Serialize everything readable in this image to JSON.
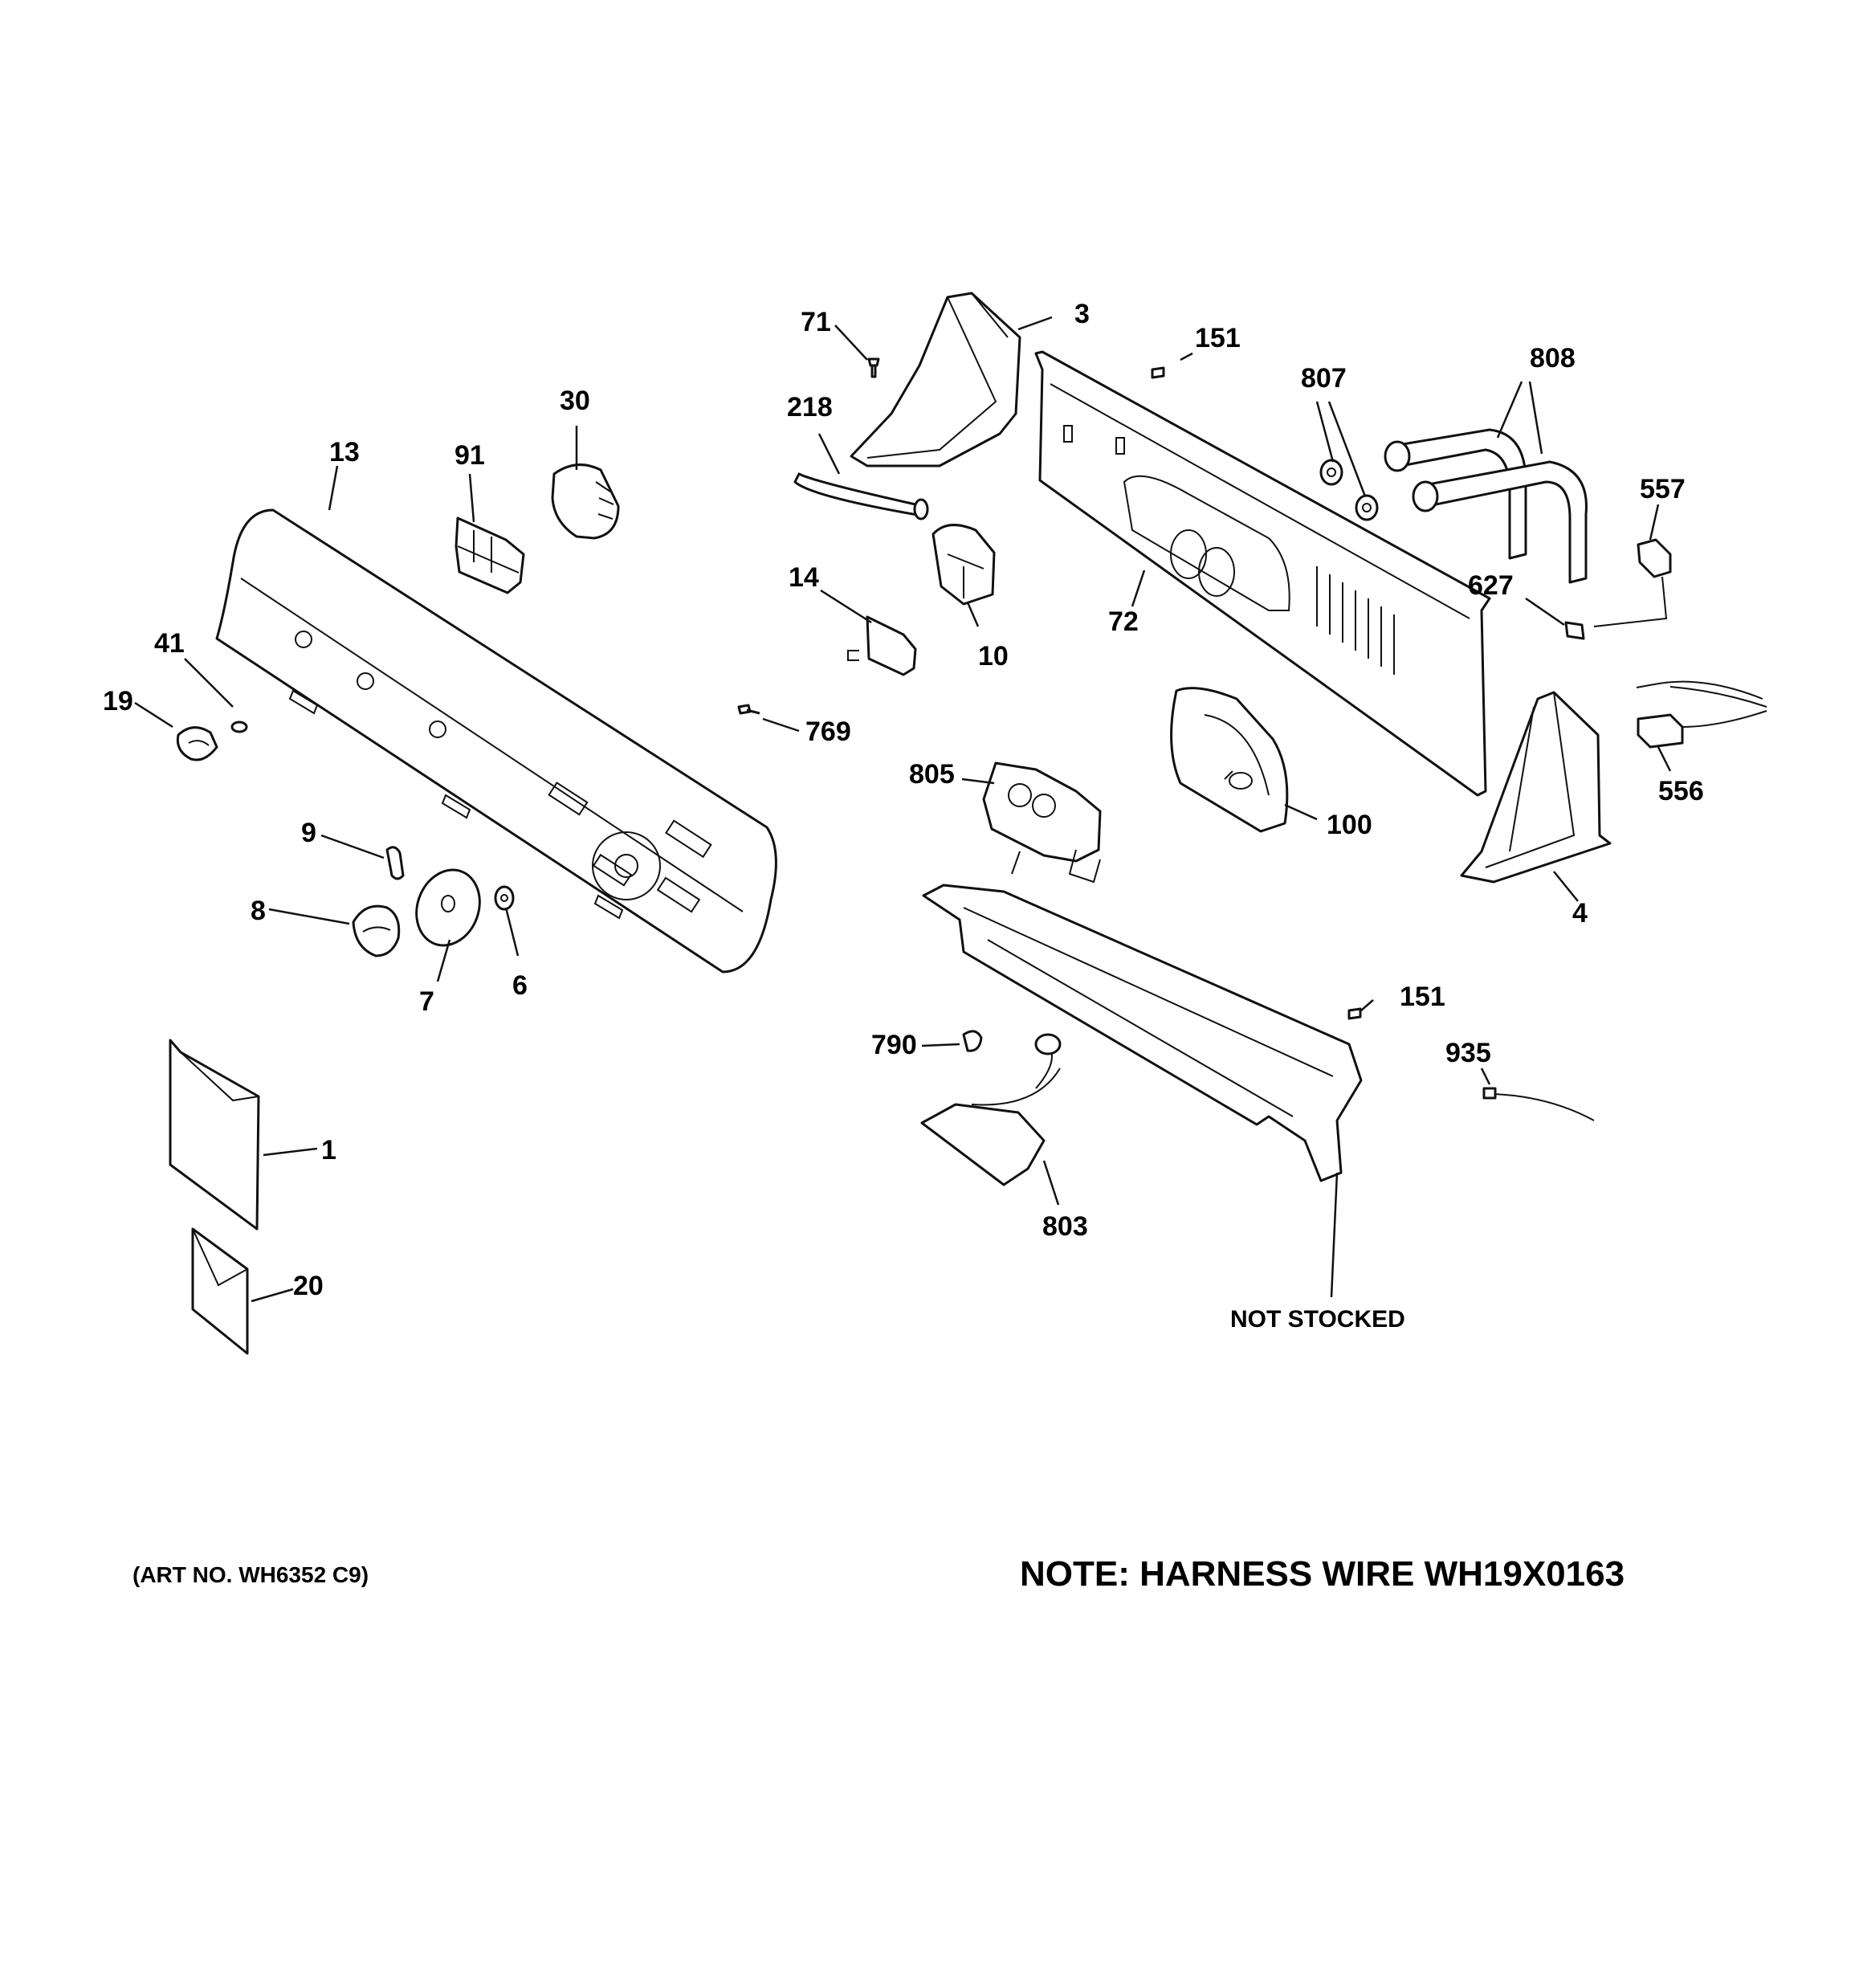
{
  "callouts": {
    "c1": "1",
    "c3": "3",
    "c4": "4",
    "c6": "6",
    "c7": "7",
    "c8": "8",
    "c9": "9",
    "c10": "10",
    "c13": "13",
    "c14": "14",
    "c19": "19",
    "c20": "20",
    "c30": "30",
    "c41": "41",
    "c71": "71",
    "c72": "72",
    "c91": "91",
    "c100": "100",
    "c151a": "151",
    "c151b": "151",
    "c218": "218",
    "c556": "556",
    "c557": "557",
    "c627": "627",
    "c769": "769",
    "c790": "790",
    "c803": "803",
    "c805": "805",
    "c807": "807",
    "c808": "808",
    "c935": "935"
  },
  "not_stocked": "NOT STOCKED",
  "art_no": "(ART NO. WH6352 C9)",
  "note": "NOTE: HARNESS WIRE WH19X0163"
}
